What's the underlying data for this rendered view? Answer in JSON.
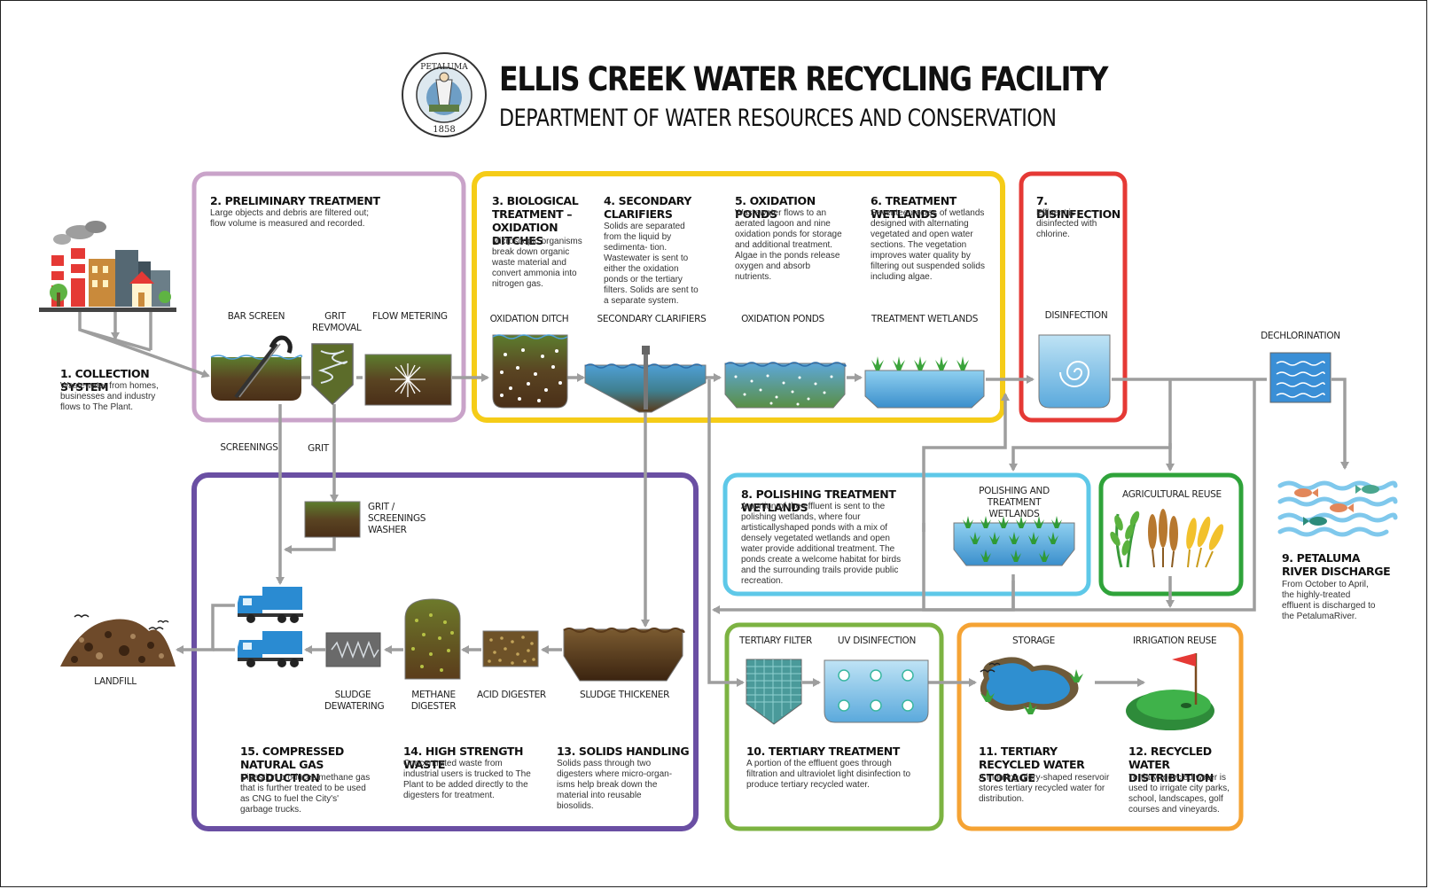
{
  "header": {
    "title": "ELLIS CREEK WATER RECYCLING FACILITY",
    "subtitle": "DEPARTMENT OF WATER RESOURCES AND CONSERVATION",
    "seal_text_top": "PETALUMA",
    "seal_text_bottom": "1858"
  },
  "stages": {
    "s1": {
      "title": "1. COLLECTION SYSTEM",
      "desc": "Wastewater from homes, businesses and industry flows to The Plant."
    },
    "s2": {
      "title": "2. PRELIMINARY TREATMENT",
      "desc": "Large objects and debris are filtered out; flow volume is measured and recorded."
    },
    "s3": {
      "title": "3. BIOLOGICAL TREATMENT – OXIDATION DITCHES",
      "desc": "Microscopic organisms break down organic waste material and convert ammonia into nitrogen gas."
    },
    "s4": {
      "title": "4. SECONDARY CLARIFIERS",
      "desc": "Solids are separated from the liquid by sedimenta- tion. Wastewater is sent to either the oxidation ponds or the tertiary filters. Solids are sent to a separate system."
    },
    "s5": {
      "title": "5. OXIDATION PONDS",
      "desc": "Wastewater flows to an aerated lagoon and nine oxidation ponds for storage and additional treatment. Algae in the ponds release oxygen and absorb nutrients."
    },
    "s6": {
      "title": "6. TREATMENT WETLANDS",
      "desc": "Seventeen acres of wetlands designed with alternating vegetated and open water sections. The vegetation improves water quality by filtering out suspended solids including algae."
    },
    "s7": {
      "title": "7. DISINFECTION",
      "desc": "Effluent is disinfected with chlorine."
    },
    "s8": {
      "title": "8. POLISHING TREATMENT WETLANDS",
      "desc": "A portion of the effluent is sent to the polishing wetlands, where four artisticallyshaped ponds with a mix of densely vegetated wetlands and open water provide additional treatment. The ponds create a welcome habitat for birds and the surrounding trails provide public recreation."
    },
    "s9": {
      "title": "9. PETALUMA RIVER DISCHARGE",
      "desc": "From October to April, the highly-treated effluent is discharged to the PetalumaRiver."
    },
    "s10": {
      "title": "10. TERTIARY TREATMENT",
      "desc": "A portion of the effluent goes through filtration and ultraviolet light disinfection to produce tertiary recycled water."
    },
    "s11": {
      "title": "11. TERTIARY RECYCLED WATER STORAGE",
      "desc": "A morning glory-shaped reservoir stores tertiary recycled water for distribution."
    },
    "s12": {
      "title": "12. RECYCLED WATER DISTRIBUTION",
      "desc": "Tertiary recycled water is used to irrigate city parks, school, landscapes, golf courses and vineyards."
    },
    "s13": {
      "title": "13. SOLIDS HANDLING",
      "desc": "Solids pass through two digesters where micro-organ- isms help break down the material into reusable biosolids."
    },
    "s14": {
      "title": "14. HIGH STRENGTH WASTE",
      "desc": "Concentrated waste from industrial users is trucked to The Plant to be added directly to the digesters for treatment."
    },
    "s15": {
      "title": "15. COMPRESSED NATURAL GAS PRODUCTION",
      "desc": "Digestion produces methane gas that is further treated to be used as CNG to fuel the City's' garbage trucks."
    }
  },
  "process_labels": {
    "bar_screen": "BAR SCREEN",
    "grit_removal": "GRIT REVMOVAL",
    "flow_metering": "FLOW METERING",
    "oxidation_ditch": "OXIDATION DITCH",
    "secondary_clarifiers": "SECONDARY CLARIFIERS",
    "oxidation_ponds": "OXIDATION PONDS",
    "treatment_wetlands": "TREATMENT WETLANDS",
    "disinfection": "DISINFECTION",
    "dechlorination": "DECHLORINATION",
    "polishing_wetlands": "POLISHING AND TREATMENT WETLANDS",
    "agricultural_reuse": "AGRICULTURAL REUSE",
    "tertiary_filter": "TERTIARY FILTER",
    "uv_disinfection": "UV DISINFECTION",
    "storage": "STORAGE",
    "irrigation_reuse": "IRRIGATION REUSE",
    "screenings": "SCREENINGS",
    "grit": "GRIT",
    "grit_washer": "GRIT / SCREENINGS WASHER",
    "landfill": "LANDFILL",
    "sludge_dewatering": "SLUDGE DEWATERING",
    "methane_digester": "METHANE DIGESTER",
    "acid_digester": "ACID DIGESTER",
    "sludge_thickener": "SLUDGE THICKENER"
  },
  "colors": {
    "preliminary": "#c9a3c9",
    "biological": "#f5cc18",
    "disinfection": "#e53935",
    "polishing": "#5ec8e8",
    "agricultural": "#2fa33a",
    "tertiary": "#7cb342",
    "storage": "#f5a334",
    "solids": "#6a4fa3",
    "pipe": "#9e9e9e"
  }
}
